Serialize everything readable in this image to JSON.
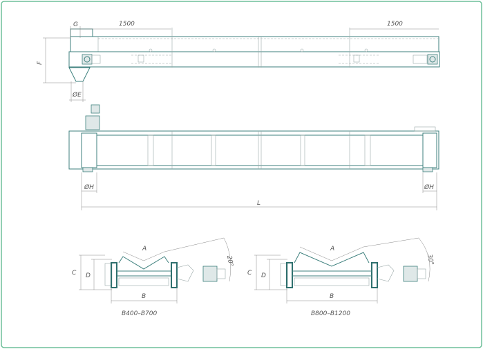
{
  "colors": {
    "line": "#3c7f7c",
    "frame": "#6fbf9a",
    "dim": "#888888"
  },
  "side_view": {
    "dim_g": "G",
    "dim_left": "1500",
    "dim_right": "1500",
    "dim_f": "F",
    "dim_e": "ØE"
  },
  "top_view": {
    "dim_h_left": "ØH",
    "dim_h_right": "ØH",
    "dim_l": "L"
  },
  "section_small": {
    "dim_a": "A",
    "dim_c": "C",
    "dim_d": "D",
    "dim_b": "B",
    "angle": "20°",
    "caption": "B400–B700"
  },
  "section_large": {
    "dim_a": "A",
    "dim_c": "C",
    "dim_d": "D",
    "dim_b": "B",
    "angle": "30°",
    "caption": "B800–B1200"
  }
}
